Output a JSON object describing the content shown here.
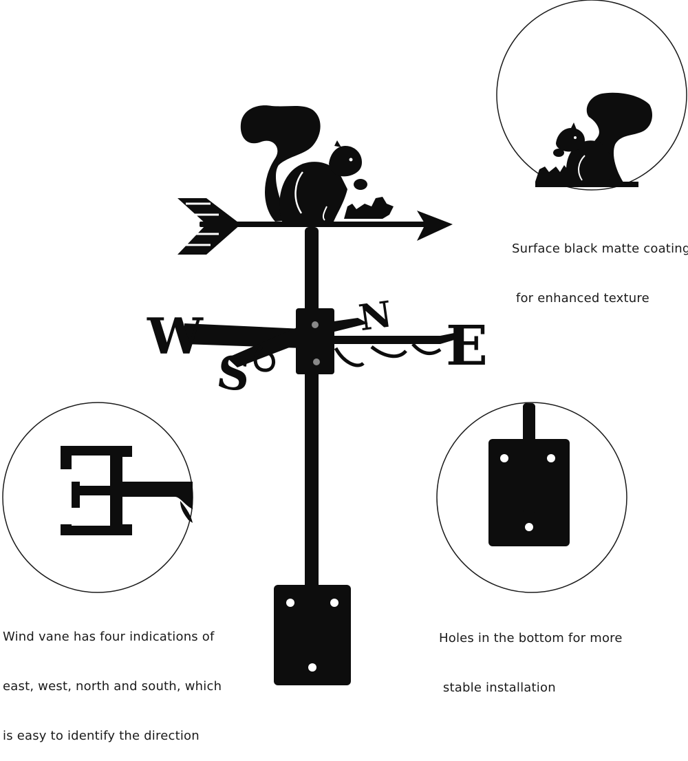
{
  "captions": {
    "coating": [
      "Surface black matte coating",
      " for enhanced texture"
    ],
    "directions": [
      "Wind vane has four indications of",
      "east, west, north and south, which",
      "is easy to identify the direction"
    ],
    "holes": [
      "Holes in the bottom for more",
      " stable installation"
    ]
  },
  "compass_letters": {
    "west": "W",
    "east": "E",
    "north": "N",
    "south": "S"
  },
  "colors": {
    "metal": "#0d0d0d",
    "circle_outline": "#1a1a1a",
    "background": "#ffffff"
  }
}
